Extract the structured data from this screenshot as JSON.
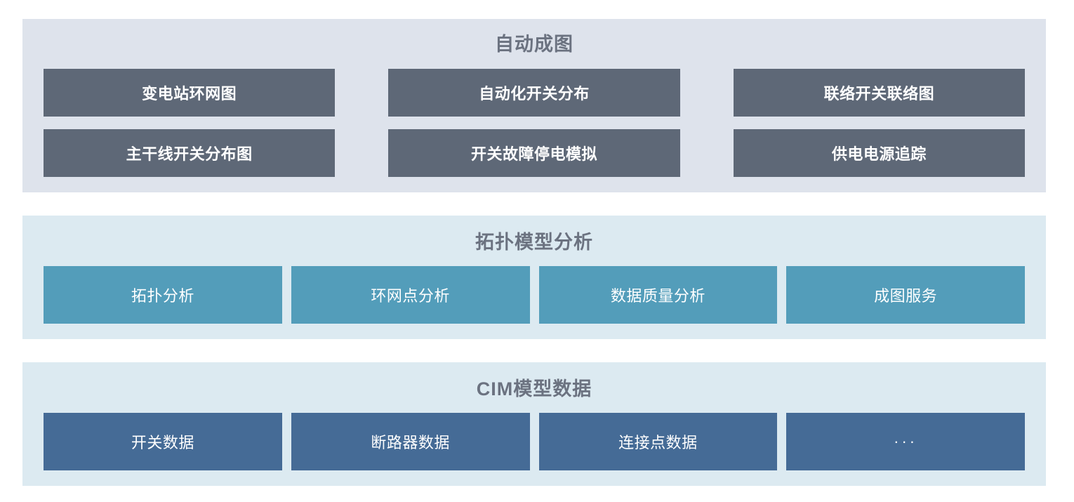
{
  "sections": [
    {
      "id": "automap",
      "title": "自动成图",
      "style": "dark",
      "rows": [
        [
          "变电站环网图",
          "自动化开关分布",
          "联络开关联络图"
        ],
        [
          "主干线开关分布图",
          "开关故障停电模拟",
          "供电电源追踪"
        ]
      ]
    },
    {
      "id": "topology",
      "title": "拓扑模型分析",
      "style": "teal",
      "items": [
        "拓扑分析",
        "环网点分析",
        "数据质量分析",
        "成图服务"
      ]
    },
    {
      "id": "cim",
      "title": "CIM模型数据",
      "style": "blue",
      "items": [
        "开关数据",
        "断路器数据",
        "连接点数据",
        "···"
      ]
    }
  ],
  "colors": {
    "panel_gray": "#dee3ec",
    "panel_cyan": "#dceaf1",
    "tile_dark": "#5e6877",
    "tile_teal": "#539dba",
    "tile_blue": "#456b96",
    "title_text": "#6b7280",
    "tile_text": "#ffffff"
  }
}
